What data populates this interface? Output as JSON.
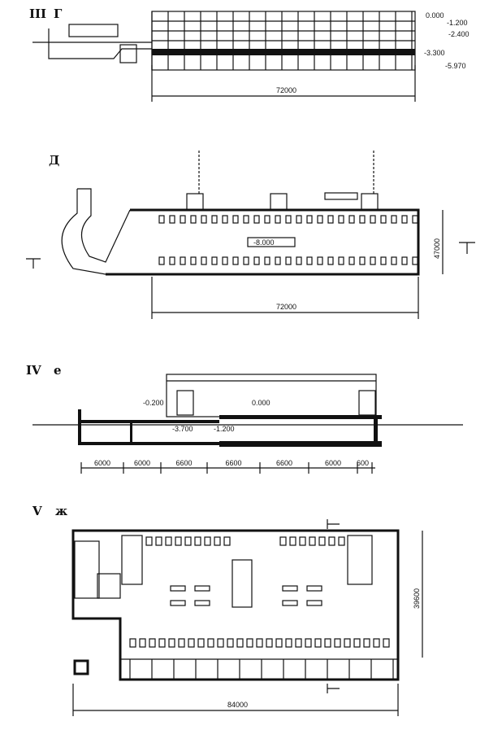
{
  "sections": [
    {
      "id": "III",
      "sub": "Г",
      "elevations": [
        "0.000",
        "-1.200",
        "-2.400",
        "-3.300",
        "-5.970"
      ],
      "dimension": "72000"
    },
    {
      "id": "",
      "sub": "Д",
      "elevations": [
        "-8.000"
      ],
      "dimension": "72000",
      "dimension_vertical": "47000"
    },
    {
      "id": "IV",
      "sub": "е",
      "elevations": [
        "-0.200",
        "0.000",
        "-3.700",
        "-1.200"
      ],
      "dimensions": [
        "6000",
        "6000",
        "6600",
        "6600",
        "6600",
        "6000",
        "600"
      ]
    },
    {
      "id": "V",
      "sub": "ж",
      "dimension": "84000",
      "dimension_vertical": "39600"
    }
  ]
}
